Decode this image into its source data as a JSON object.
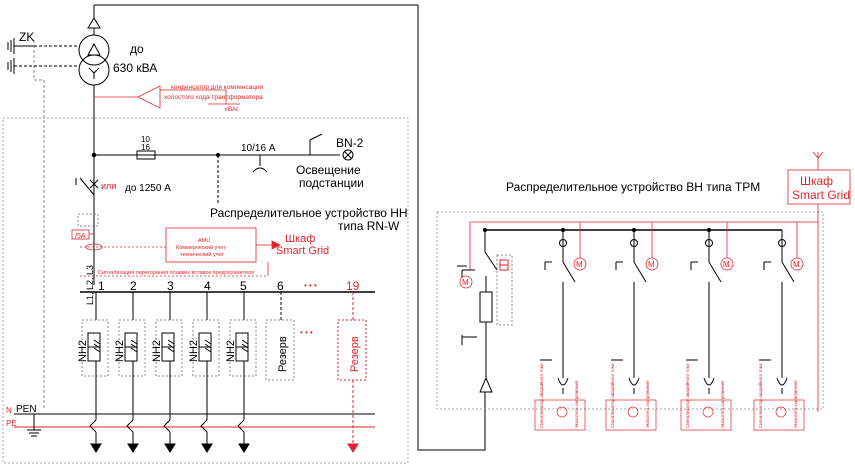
{
  "colors": {
    "line": "#000000",
    "accent": "#e0262b",
    "dash": "#8a8a8a"
  },
  "labels": {
    "zk": "ZK",
    "transformer_do": "до",
    "transformer_power": "630 кВА",
    "capacitor_line1": "конденсатор для компенсации",
    "capacitor_line2": "холостого хода трансформатора",
    "capacitor_unit": "кВАг",
    "fuse_top": "10",
    "fuse_bottom": "16",
    "fuse_rating": "10/16 А",
    "bn2": "BN-2",
    "lighting_line1": "Освещение",
    "lighting_line2": "подстанции",
    "ili": "или",
    "breaker_rating": "до 1250 А",
    "lv_title_line1": "Распределительное устройство НН",
    "lv_title_line2": "типа RN-W",
    "ct_label": "/5A",
    "amu_line1": "АМU",
    "amu_line2": "Коммерческий учет,",
    "amu_line3": "технический учет",
    "sg_lv_line1": "Шкаф",
    "sg_lv_line2": "Smart Grid",
    "busbar_label": "L1, L2, L3",
    "signal_text": "Сигнализация перегорания плавких вставок предохранителя",
    "feeder_numbers": [
      "1",
      "2",
      "3",
      "4",
      "5",
      "6",
      "19"
    ],
    "dots": "• • •",
    "nh2": "NH2",
    "reserve": "Резерв",
    "pen": "PEN",
    "n": "N",
    "pe": "PE",
    "hv_title": "Распределительное устройство ВН типа TPM",
    "sg_hv_line1": "Шкаф",
    "sg_hv_line2": "Smart Grid",
    "motor": "M",
    "hv_fault_text": "Сигнализатор аварийного тока",
    "hv_voltage_text": "Указатель напряжения"
  }
}
